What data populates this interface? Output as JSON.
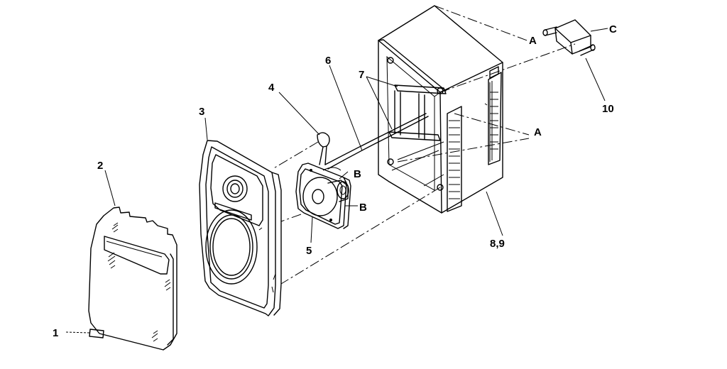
{
  "labels": {
    "part_1": "1",
    "part_2": "2",
    "part_3": "3",
    "part_4": "4",
    "part_5": "5",
    "part_6": "6",
    "part_7": "7",
    "part_8_9": "8,9",
    "part_10": "10",
    "ref_a_top": "A",
    "ref_a_mid": "A",
    "ref_b_top": "B",
    "ref_b_bottom": "B",
    "ref_c": "C"
  }
}
